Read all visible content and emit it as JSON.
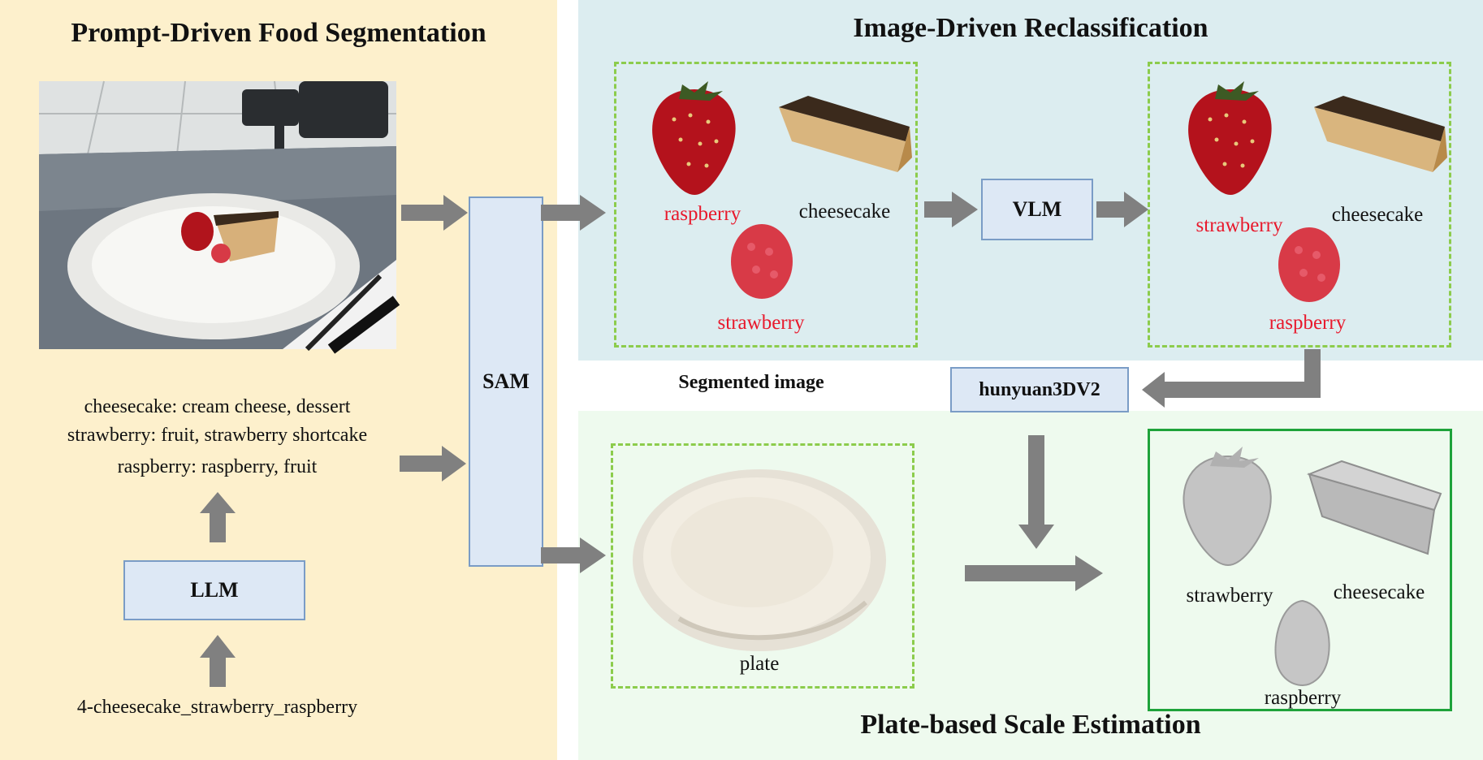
{
  "panels": {
    "left_title": "Prompt-Driven Food Segmentation",
    "top_right_title": "Image-Driven Reclassification",
    "bottom_right_title": "Plate-based Scale Estimation"
  },
  "left": {
    "prompts": [
      "cheesecake: cream cheese, dessert",
      "strawberry: fruit, strawberry shortcake",
      "raspberry: raspberry, fruit"
    ],
    "llm_label": "LLM",
    "input_text": "4-cheesecake_strawberry_raspberry"
  },
  "sam_label": "SAM",
  "vlm_label": "VLM",
  "hunyuan_label": "hunyuan3DV2",
  "segmented_image_label": "Segmented image",
  "segmented": {
    "raspberry_label": "raspberry",
    "cheesecake_label": "cheesecake",
    "strawberry_label": "strawberry"
  },
  "reclassified": {
    "strawberry_label": "strawberry",
    "cheesecake_label": "cheesecake",
    "raspberry_label": "raspberry"
  },
  "plate_label": "plate",
  "models3d": {
    "strawberry_label": "strawberry",
    "cheesecake_label": "cheesecake",
    "raspberry_label": "raspberry"
  },
  "colors": {
    "left_bg": "#fdf0cc",
    "top_right_bg": "#dcedf0",
    "bottom_right_bg": "#eefaee",
    "arrow": "#808080",
    "box_fill": "#dde8f5",
    "box_border": "#7a9cc6",
    "dash_green": "#8ccc4c",
    "solid_green": "#1ea23a",
    "red_label": "#e8192c"
  }
}
